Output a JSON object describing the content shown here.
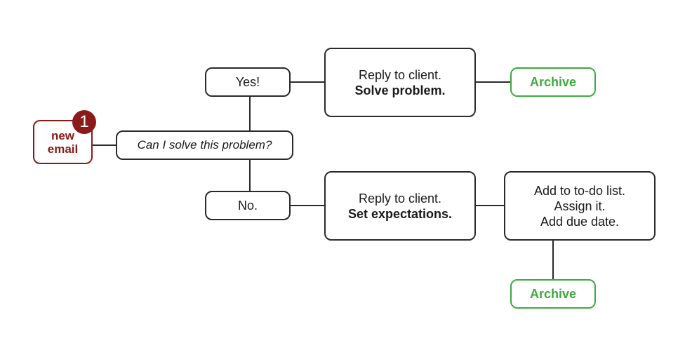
{
  "colors": {
    "stroke": "#2a2a2a",
    "new_email": "#8b1a1a",
    "archive": "#3daa3d"
  },
  "new_email": {
    "line1": "new",
    "line2": "email",
    "badge_count": "1"
  },
  "question": "Can I solve this problem?",
  "yes_label": "Yes!",
  "no_label": "No.",
  "yes_action": {
    "line1": "Reply to client.",
    "line2": "Solve problem."
  },
  "no_action": {
    "line1": "Reply to client.",
    "line2": "Set expectations."
  },
  "todo": {
    "line1": "Add to to-do list.",
    "line2": "Assign it.",
    "line3": "Add due date."
  },
  "archive_top": "Archive",
  "archive_bottom": "Archive"
}
